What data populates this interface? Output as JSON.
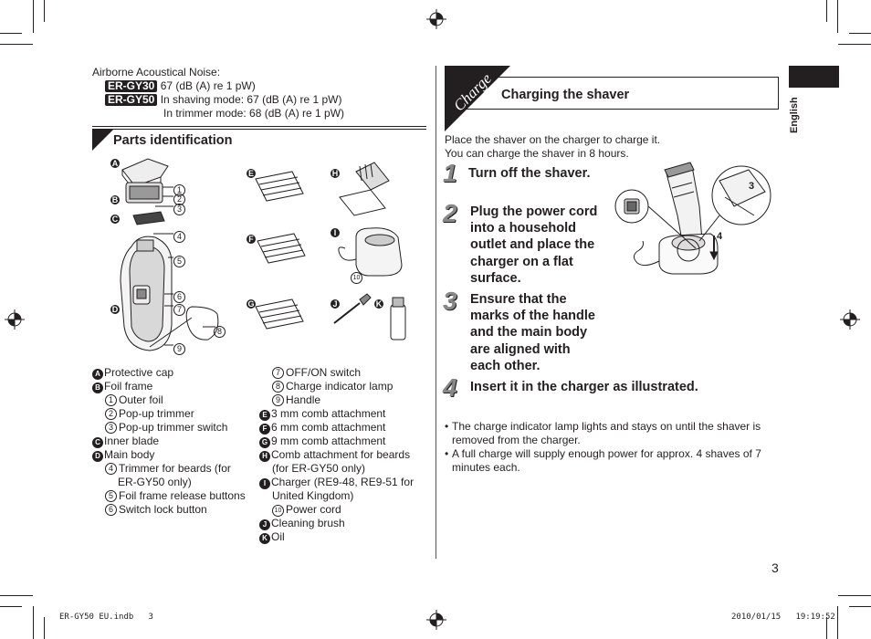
{
  "noise": {
    "title": "Airborne Acoustical Noise:",
    "models": [
      {
        "badge": "ER-GY30",
        "text": "67 (dB (A) re 1 pW)"
      },
      {
        "badge": "ER-GY50",
        "text": "In shaving mode: 67 (dB (A) re 1 pW)"
      }
    ],
    "extra": "In trimmer mode: 68 (dB (A) re 1 pW)"
  },
  "parts": {
    "heading": "Parts identification",
    "figure_labels": {
      "A": "A",
      "B": "B",
      "C": "C",
      "D": "D",
      "E": "E",
      "F": "F",
      "G": "G",
      "H": "H",
      "I": "I",
      "J": "J",
      "K": "K",
      "n1": "1",
      "n2": "2",
      "n3": "3",
      "n4": "4",
      "n5": "5",
      "n6": "6",
      "n7": "7",
      "n8": "8",
      "n9": "9",
      "n10": "10"
    },
    "left_list": [
      {
        "type": "letter",
        "mark": "A",
        "text": "Protective cap"
      },
      {
        "type": "letter",
        "mark": "B",
        "text": "Foil frame"
      },
      {
        "type": "num",
        "mark": "1",
        "text": "Outer foil"
      },
      {
        "type": "num",
        "mark": "2",
        "text": "Pop-up trimmer"
      },
      {
        "type": "num",
        "mark": "3",
        "text": "Pop-up trimmer switch"
      },
      {
        "type": "letter",
        "mark": "C",
        "text": "Inner blade"
      },
      {
        "type": "letter",
        "mark": "D",
        "text": "Main body"
      },
      {
        "type": "num",
        "mark": "4",
        "text": "Trimmer for beards (for"
      },
      {
        "type": "cont",
        "mark": "",
        "text": "ER-GY50 only)"
      },
      {
        "type": "num",
        "mark": "5",
        "text": "Foil frame release buttons"
      },
      {
        "type": "num",
        "mark": "6",
        "text": "Switch lock button"
      }
    ],
    "right_list": [
      {
        "type": "num",
        "mark": "7",
        "text": "OFF/ON switch"
      },
      {
        "type": "num",
        "mark": "8",
        "text": "Charge indicator lamp"
      },
      {
        "type": "num",
        "mark": "9",
        "text": "Handle"
      },
      {
        "type": "letter",
        "mark": "E",
        "text": "3 mm comb attachment"
      },
      {
        "type": "letter",
        "mark": "F",
        "text": "6 mm comb attachment"
      },
      {
        "type": "letter",
        "mark": "G",
        "text": "9 mm comb attachment"
      },
      {
        "type": "letter",
        "mark": "H",
        "text": "Comb attachment for beards"
      },
      {
        "type": "cont2",
        "mark": "",
        "text": "(for ER-GY50 only)"
      },
      {
        "type": "letter",
        "mark": "I",
        "text": "Charger (RE9-48, RE9-51 for"
      },
      {
        "type": "cont2",
        "mark": "",
        "text": "United Kingdom)"
      },
      {
        "type": "num",
        "mark": "10",
        "text": "Power cord"
      },
      {
        "type": "letter",
        "mark": "J",
        "text": "Cleaning brush"
      },
      {
        "type": "letter",
        "mark": "K",
        "text": "Oil"
      }
    ]
  },
  "charge": {
    "tab": "Charge",
    "heading": "Charging the shaver",
    "intro1": "Place the shaver on the charger to charge it.",
    "intro2": "You can charge the shaver in 8 hours.",
    "steps": [
      {
        "num": "1",
        "lines": [
          "Turn off the shaver."
        ]
      },
      {
        "num": "2",
        "lines": [
          "Plug the power cord",
          "into a household",
          "outlet and place the",
          "charger on a flat",
          "surface."
        ]
      },
      {
        "num": "3",
        "lines": [
          "Ensure that the",
          "marks of the handle",
          "and the main body",
          "are aligned with",
          "each other."
        ]
      },
      {
        "num": "4",
        "lines": [
          "Insert it in the charger as illustrated."
        ]
      }
    ],
    "figure_labels": {
      "three": "3",
      "four": "4"
    },
    "bullets": [
      [
        "The charge indicator lamp lights and stays on until the shaver is",
        "removed from the charger."
      ],
      [
        "A full charge will supply enough power for approx. 4 shaves of 7",
        "minutes each."
      ]
    ]
  },
  "side_tab": "English",
  "page_number": "3",
  "footer": {
    "file": "ER-GY50 EU.indb   3",
    "date": "2010/01/15   19:19:52"
  }
}
